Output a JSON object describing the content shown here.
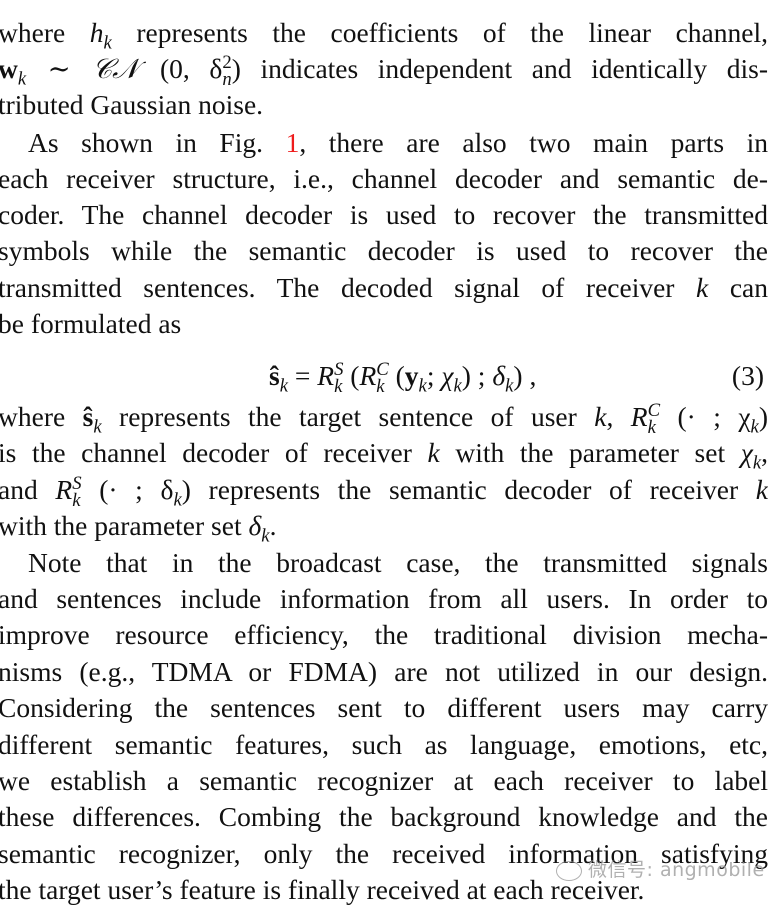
{
  "paragraph1": {
    "line1": {
      "pre": "where ",
      "sym": "h",
      "sub": "k",
      "post": " represents the coefficients of the linear channel,"
    },
    "line2": {
      "sym": "w",
      "sub": "k",
      "dist": " ∼ 𝒞𝒩 ",
      "args": "(0, δ",
      "sup": "2",
      "sub2": "n",
      "close": ")",
      "post": " indicates independent and identically dis-"
    },
    "line3": "tributed Gaussian noise."
  },
  "paragraph2": {
    "line1_pre": "As shown in Fig. ",
    "fig_ref": "1",
    "line1_post": ", there are also two main parts in",
    "line2": "each receiver structure, i.e., channel decoder and semantic de-",
    "line3": "coder. The channel decoder is used to recover the transmitted",
    "line4": "symbols while the semantic decoder is used to recover the",
    "line5_pre": "transmitted sentences. The decoded signal of receiver ",
    "line5_k": "k",
    "line5_post": " can",
    "line6": "be formulated as"
  },
  "equation": {
    "lhs": "ŝ",
    "lhs_sub": "k",
    "eq": " = ",
    "outer": "R",
    "outer_sup": "S",
    "outer_sub": "k",
    "inner": "R",
    "inner_sup": "C",
    "inner_sub": "k",
    "arg_y": "y",
    "arg_y_sub": "k",
    "chi": "χ",
    "chi_sub": "k",
    "delta": "δ",
    "delta_sub": "k",
    "number": "(3)"
  },
  "paragraph3": {
    "line1_pre": "where ",
    "line1_shat": "ŝ",
    "line1_mid": " represents the target sentence of user ",
    "line1_k": "k",
    "line1_comma": ", ",
    "line1_R": "R",
    "line1_R_sup": "C",
    "line1_R_sub": "k",
    "line1_args": " (· ; χ",
    "line1_args_sub": "k",
    "line1_close": ")",
    "line2_pre": "is the channel decoder of receiver ",
    "line2_k": "k",
    "line2_mid": " with the parameter set ",
    "line2_chi": "χ",
    "line2_chi_sub": "k",
    "line2_end": ",",
    "line3_pre": "and ",
    "line3_R": "R",
    "line3_R_sup": "S",
    "line3_R_sub": "k",
    "line3_args": " (· ; δ",
    "line3_args_sub": "k",
    "line3_mid": ") represents the semantic decoder of receiver ",
    "line3_k": "k",
    "line4_pre": "with the parameter set ",
    "line4_delta": "δ",
    "line4_delta_sub": "k",
    "line4_end": "."
  },
  "paragraph4": {
    "lines": [
      "Note that in the broadcast case, the transmitted signals",
      "and sentences include information from all users. In order to",
      "improve resource efficiency, the traditional division mecha-",
      "nisms (e.g., TDMA or FDMA) are not utilized in our design.",
      "Considering the sentences sent to different users may carry",
      "different semantic features, such as language, emotions, etc,",
      "we establish a semantic recognizer at each receiver to label",
      "these differences. Combing the background knowledge and the",
      "semantic recognizer, only the received information satisfying",
      "the target user’s feature is finally received at each receiver."
    ]
  },
  "watermark": {
    "text": "微信号: angmobile"
  },
  "colors": {
    "text": "#111111",
    "link": "#ee1c1c",
    "background": "#ffffff",
    "watermark": "#969696"
  }
}
